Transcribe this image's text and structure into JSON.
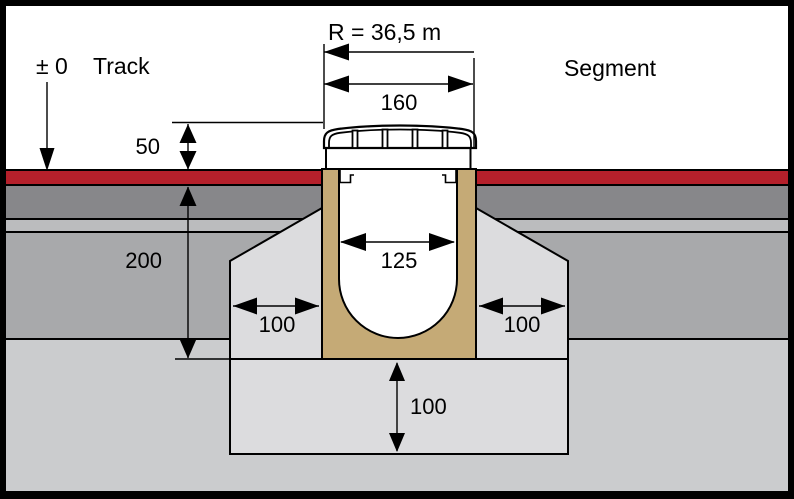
{
  "diagram": {
    "datum": {
      "symbol": "± 0",
      "label": "Track"
    },
    "radius_label": "R = 36,5 m",
    "segment_label": "Segment",
    "dims": {
      "grate_width": "160",
      "cover_height": "50",
      "channel_depth": "200",
      "inner_width": "125",
      "surround_left": "100",
      "surround_right": "100",
      "bedding_depth": "100"
    },
    "colors": {
      "track_surface_red": "#b5202b",
      "asphalt_dark_gray": "#87878a",
      "binder_light_gray": "#bbbcbe",
      "base_medium_gray": "#a8a9ab",
      "subgrade_gray": "#cbccce",
      "concrete_surround": "#dcdcde",
      "channel_body_tan": "#c5aa76",
      "white": "#ffffff",
      "outline": "#000000"
    }
  }
}
